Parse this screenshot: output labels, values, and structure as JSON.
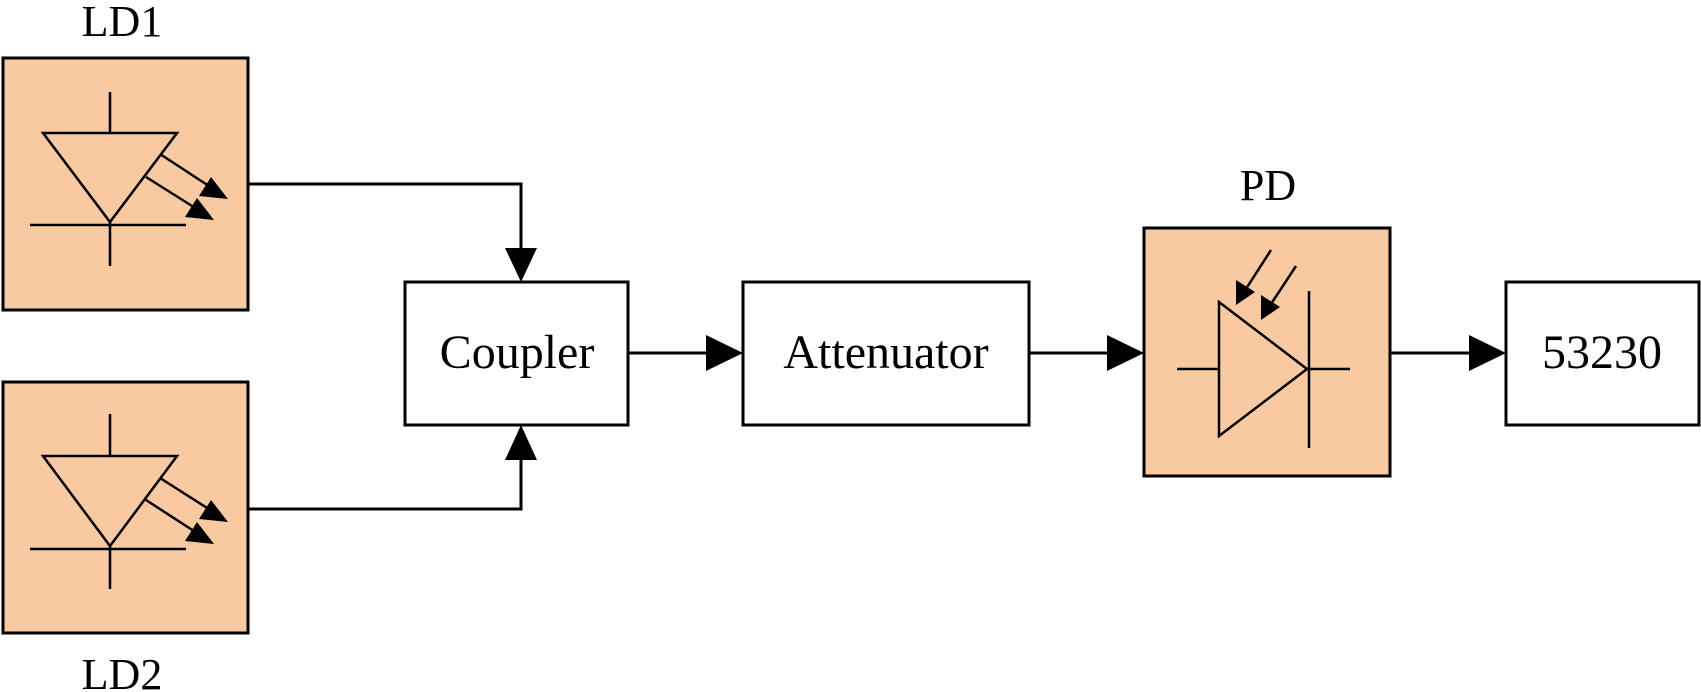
{
  "diagram": {
    "ld1": {
      "label": "LD1"
    },
    "ld2": {
      "label": "LD2"
    },
    "coupler": {
      "label": "Coupler"
    },
    "attenuator": {
      "label": "Attenuator"
    },
    "pd": {
      "label": "PD"
    },
    "counter": {
      "label": "53230"
    },
    "colors": {
      "component_fill": "#F9C9A2",
      "line": "#000000",
      "background": "#ffffff"
    }
  }
}
